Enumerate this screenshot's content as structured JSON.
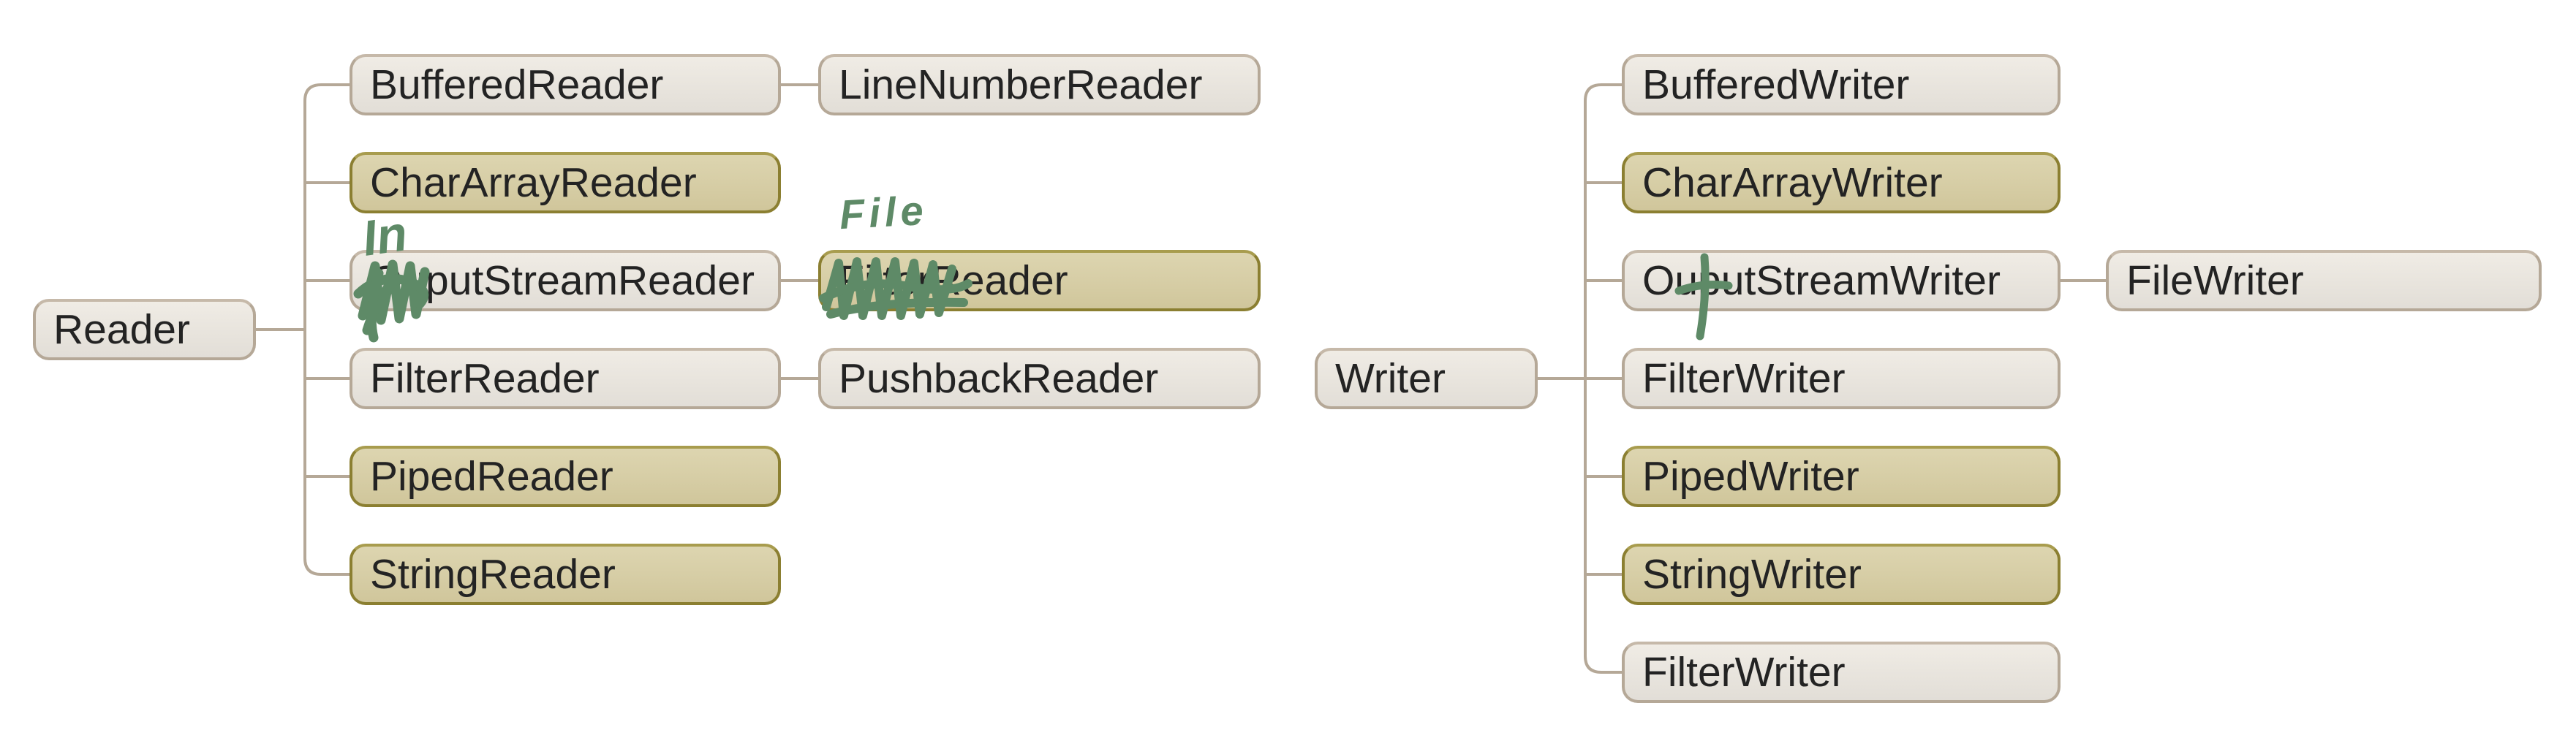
{
  "colors": {
    "background": "#ffffff",
    "gray_box_fill": "#e8e4dd",
    "gray_box_border": "#b5a897",
    "tan_box_fill": "#d6cda5",
    "tan_box_border": "#8b7f31",
    "connector_line": "#b5a897",
    "box_text": "#232323",
    "handwriting_ink_green": "#5e8a67"
  },
  "reader_tree": {
    "root": "Reader",
    "nodes": {
      "buffered": "BufferedReader",
      "line_number": "LineNumberReader",
      "char_array": "CharArrayReader",
      "ouput_stream": "OuputStreamReader",
      "file_reader_scribbled_prefix": "Filter",
      "file_reader_visible": "Reader",
      "filter": "FilterReader",
      "pushback": "PushbackReader",
      "piped": "PipedReader",
      "string": "StringReader"
    }
  },
  "writer_tree": {
    "root": "Writer",
    "nodes": {
      "buffered": "BufferedWriter",
      "char_array": "CharArrayWriter",
      "ouput_stream": "OuputStreamWriter",
      "file": "FileWriter",
      "filter": "FilterWriter",
      "piped": "PipedWriter",
      "string": "StringWriter",
      "filter2": "FilterWriter"
    }
  },
  "handwriting": {
    "in_correction": "In",
    "file_correction": "File",
    "t_correction": "t"
  }
}
